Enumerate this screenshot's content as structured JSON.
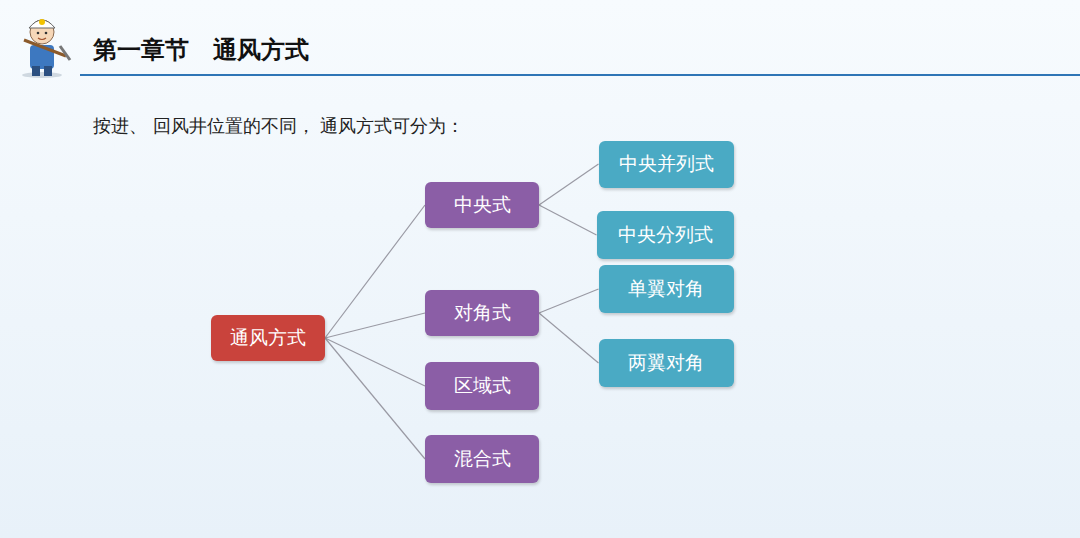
{
  "diagram": {
    "title": "第一章节　通风方式",
    "nodes": [
      {
        "text": [
          "通风方式"
        ]
      },
      {
        "text": [
          "中央式"
        ]
      },
      {
        "text": [
          "中央并列式"
        ]
      },
      {
        "text": [
          "中央分列式"
        ]
      },
      {
        "text": [
          "对角式"
        ]
      },
      {
        "text": [
          "单翼对角"
        ]
      },
      {
        "text": [
          "两翼对角"
        ]
      },
      {
        "text": [
          "区域式"
        ]
      },
      {
        "text": [
          "混合式"
        ]
      }
    ],
    "edges": [
      {
        "from": 0,
        "to": 1,
        "arrow": "none"
      },
      {
        "from": 0,
        "to": 4,
        "arrow": "none"
      },
      {
        "from": 0,
        "to": 7,
        "arrow": "none"
      },
      {
        "from": 0,
        "to": 8,
        "arrow": "none"
      },
      {
        "from": 1,
        "to": 2,
        "arrow": "none"
      },
      {
        "from": 1,
        "to": 3,
        "arrow": "none"
      },
      {
        "from": 4,
        "to": 5,
        "arrow": "none"
      },
      {
        "from": 4,
        "to": 6,
        "arrow": "none"
      }
    ],
    "labels": [
      "按进、 回风井位置的不同， 通风方式可分为："
    ]
  }
}
